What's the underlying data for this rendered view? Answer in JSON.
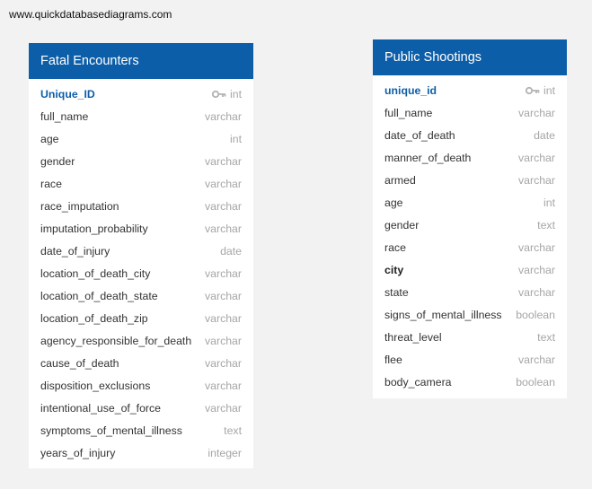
{
  "watermark": "www.quickdatabasediagrams.com",
  "tables": [
    {
      "title": "Fatal Encounters",
      "fields": [
        {
          "name": "Unique_ID",
          "type": "int",
          "pk": true
        },
        {
          "name": "full_name",
          "type": "varchar"
        },
        {
          "name": "age",
          "type": "int"
        },
        {
          "name": "gender",
          "type": "varchar"
        },
        {
          "name": "race",
          "type": "varchar"
        },
        {
          "name": "race_imputation",
          "type": "varchar"
        },
        {
          "name": "imputation_probability",
          "type": "varchar"
        },
        {
          "name": "date_of_injury",
          "type": "date"
        },
        {
          "name": "location_of_death_city",
          "type": "varchar"
        },
        {
          "name": "location_of_death_state",
          "type": "varchar"
        },
        {
          "name": "location_of_death_zip",
          "type": "varchar"
        },
        {
          "name": "agency_responsible_for_death",
          "type": "varchar"
        },
        {
          "name": "cause_of_death",
          "type": "varchar"
        },
        {
          "name": "disposition_exclusions",
          "type": "varchar"
        },
        {
          "name": "intentional_use_of_force",
          "type": "varchar"
        },
        {
          "name": "symptoms_of_mental_illness",
          "type": "text"
        },
        {
          "name": "years_of_injury",
          "type": "integer"
        }
      ]
    },
    {
      "title": "Public Shootings",
      "fields": [
        {
          "name": "unique_id",
          "type": "int",
          "pk": true
        },
        {
          "name": "full_name",
          "type": "varchar"
        },
        {
          "name": "date_of_death",
          "type": "date"
        },
        {
          "name": "manner_of_death",
          "type": "varchar"
        },
        {
          "name": "armed",
          "type": "varchar"
        },
        {
          "name": "age",
          "type": "int"
        },
        {
          "name": "gender",
          "type": "text"
        },
        {
          "name": "race",
          "type": "varchar"
        },
        {
          "name": "city",
          "type": "varchar",
          "bold": true
        },
        {
          "name": "state",
          "type": "varchar"
        },
        {
          "name": "signs_of_mental_illness",
          "type": "boolean"
        },
        {
          "name": "threat_level",
          "type": "text"
        },
        {
          "name": "flee",
          "type": "varchar"
        },
        {
          "name": "body_camera",
          "type": "boolean"
        }
      ]
    }
  ]
}
